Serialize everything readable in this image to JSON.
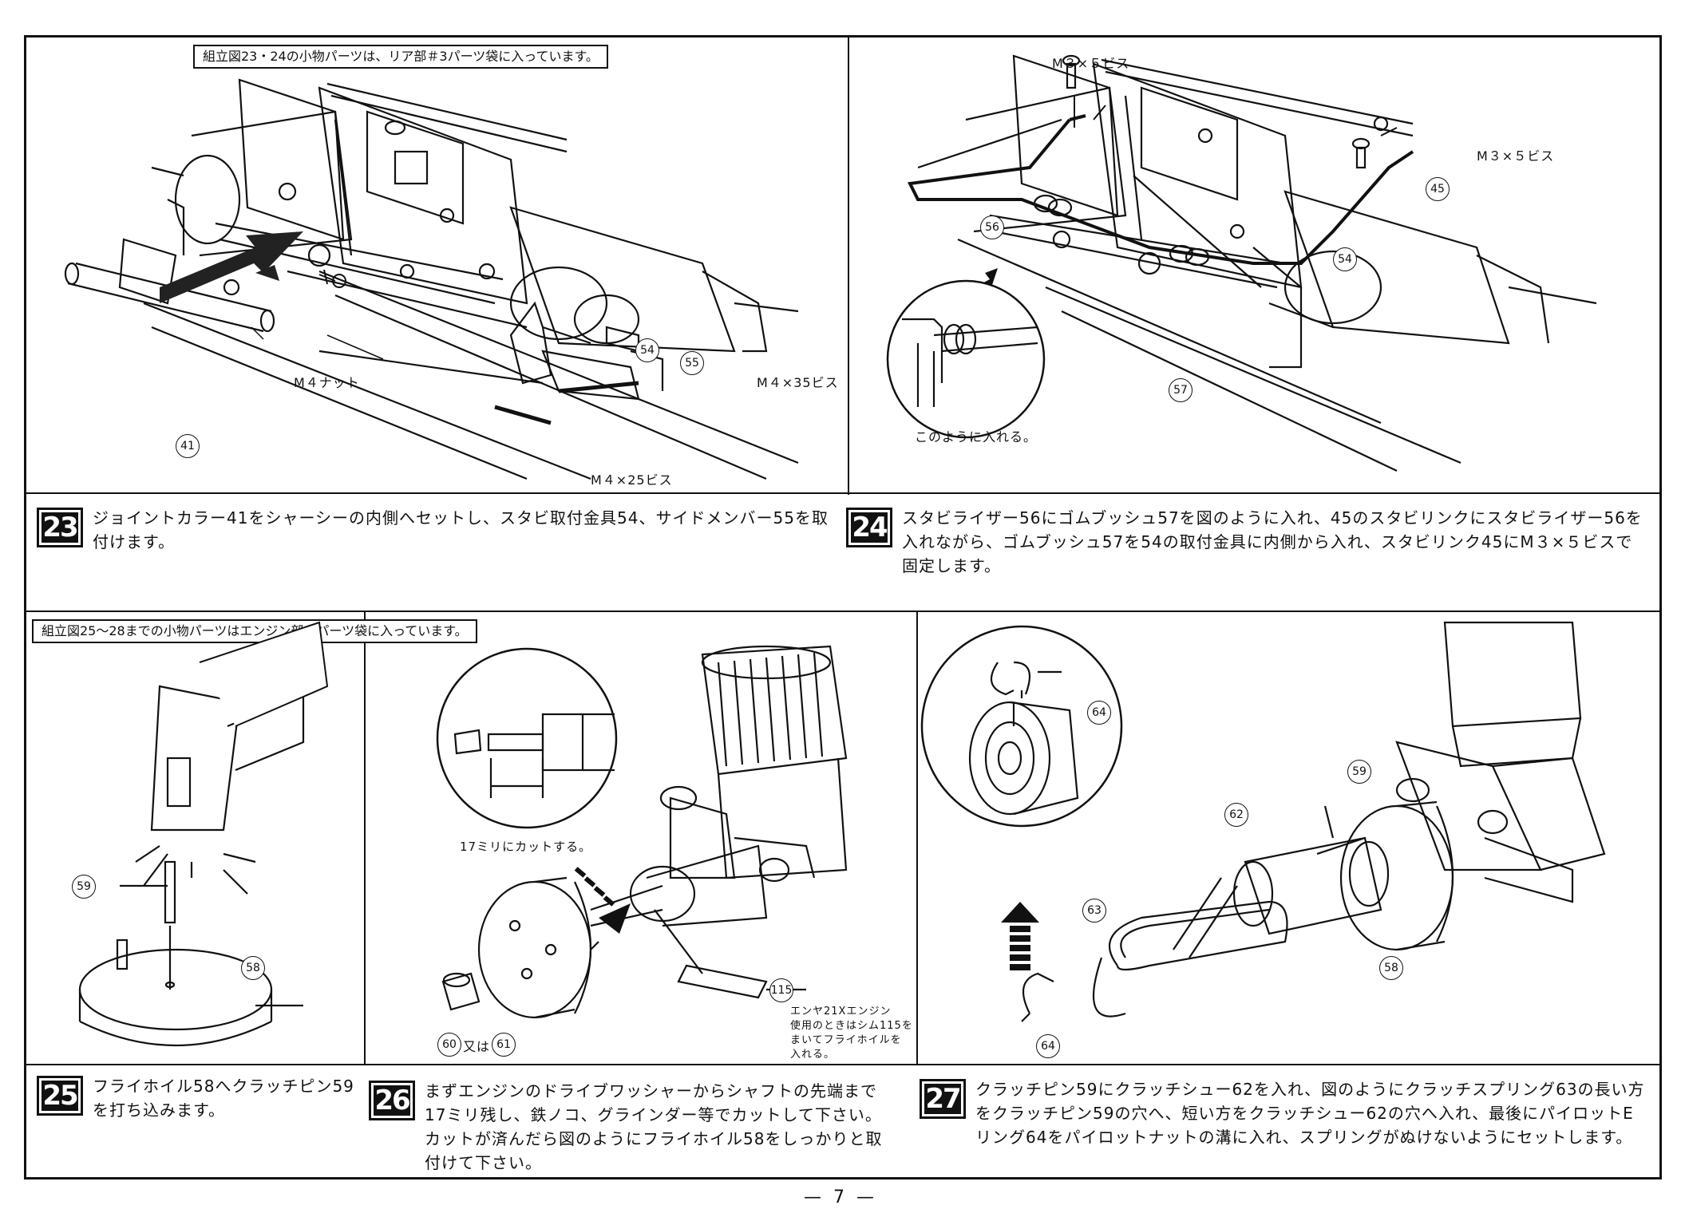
{
  "parts_notes": {
    "top": "組立図23・24の小物パーツは、リア部＃3パーツ袋に入っています。",
    "bottom": "組立図25〜28までの小物パーツはエンジン部のパーツ袋に入っています。"
  },
  "diagram23": {
    "m4_nut": "M４ナット",
    "m4x35": "M４×35ビス",
    "m4x25": "M４×25ビス",
    "p41": "41",
    "p54": "54",
    "p55": "55"
  },
  "diagram24": {
    "m3x5_a": "M３×５ビス",
    "m3x5_b": "M３×５ビス",
    "inset_caption": "このように入れる。",
    "p56": "56",
    "p45": "45",
    "p54": "54",
    "p57": "57"
  },
  "diagram25": {
    "p59": "59",
    "p58": "58"
  },
  "diagram26": {
    "inset_caption": "17ミリにカットする。",
    "shim_note_1": "エンヤ21Xエンジン",
    "shim_note_2": "使用のときはシム115を",
    "shim_note_3": "まいてフライホイルを",
    "shim_note_4": "入れる。",
    "p115": "115",
    "p60": "60",
    "or": "又は",
    "p61": "61"
  },
  "diagram27": {
    "p64a": "64",
    "p64b": "64",
    "p59": "59",
    "p62": "62",
    "p63": "63",
    "p58": "58"
  },
  "steps": [
    {
      "num": "23",
      "text": "ジョイントカラー41をシャーシーの内側へセットし、スタビ取付金具54、サイドメンバー55を取付けます。"
    },
    {
      "num": "24",
      "text": "スタビライザー56にゴムブッシュ57を図のように入れ、45のスタビリンクにスタビライザー56を入れながら、ゴムブッシュ57を54の取付金具に内側から入れ、スタビリンク45にM３×５ビスで固定します。"
    },
    {
      "num": "25",
      "text": "フライホイル58へクラッチピン59を打ち込みます。"
    },
    {
      "num": "26",
      "text": "まずエンジンのドライブワッシャーからシャフトの先端まで17ミリ残し、鉄ノコ、グラインダー等でカットして下さい。カットが済んだら図のようにフライホイル58をしっかりと取付けて下さい。"
    },
    {
      "num": "27",
      "text": "クラッチピン59にクラッチシュー62を入れ、図のようにクラッチスプリング63の長い方をクラッチピン59の穴へ、短い方をクラッチシュー62の穴へ入れ、最後にパイロットEリング64をパイロットナットの溝に入れ、スプリングがぬけないようにセットします。"
    }
  ],
  "page_number": "— 7 —"
}
